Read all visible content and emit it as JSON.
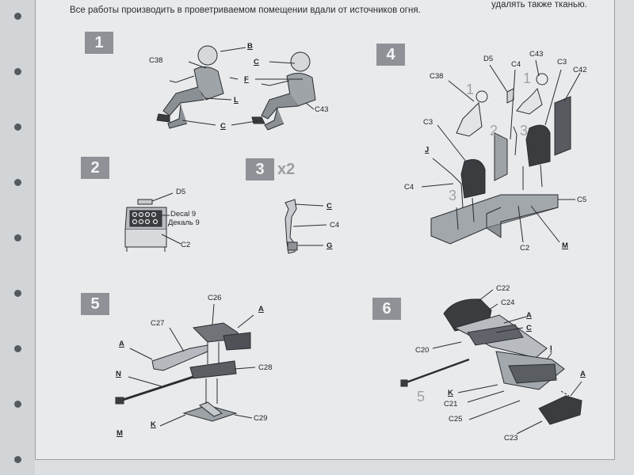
{
  "header": {
    "line1_fragment": "удалять также тканью.",
    "line2": "Все работы производить в проветриваемом помещении вдали от источников огня."
  },
  "steps": {
    "s1": {
      "number": "1",
      "labels": {
        "B": "B",
        "C38": "C38",
        "C_top": "C",
        "F": "F",
        "L": "L",
        "C43": "C43",
        "C_bottom": "C"
      }
    },
    "s2": {
      "number": "2",
      "labels": {
        "D5": "D5",
        "decal_en": "Decal 9",
        "decal_ru": "Декаль 9",
        "C2": "C2"
      }
    },
    "s3": {
      "number": "3",
      "multiplier": "x2",
      "labels": {
        "C": "C",
        "C4": "C4",
        "G": "G"
      }
    },
    "s4": {
      "number": "4",
      "labels": {
        "D5": "D5",
        "C4_top": "C4",
        "C43": "C43",
        "C3_right": "C3",
        "C42": "C42",
        "C38": "C38",
        "C3_left": "C3",
        "J": "J",
        "C4_left": "C4",
        "C5": "C5",
        "C2": "C2",
        "M": "M",
        "num1a": "1",
        "num1b": "1",
        "num2": "2",
        "num3a": "3",
        "num3b": "3"
      }
    },
    "s5": {
      "number": "5",
      "labels": {
        "C26": "C26",
        "A_top": "A",
        "C27": "C27",
        "A_left": "A",
        "C28": "C28",
        "N": "N",
        "K": "K",
        "C29": "C29",
        "M": "M"
      }
    },
    "s6": {
      "number": "6",
      "labels": {
        "C22": "C22",
        "C24": "C24",
        "A_top": "A",
        "C": "C",
        "C20": "C20",
        "I": "I",
        "A_right": "A",
        "K": "K",
        "C21": "C21",
        "C25": "C25",
        "C23": "C23",
        "num5": "5"
      }
    }
  }
}
